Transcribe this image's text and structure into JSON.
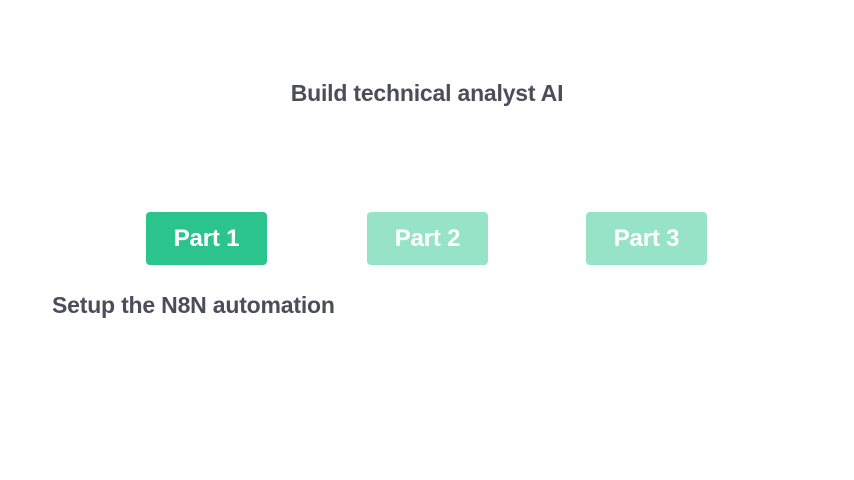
{
  "page": {
    "background_color": "#ffffff",
    "text_color": "#4d4d5a"
  },
  "title": {
    "text": "Build technical analyst AI"
  },
  "subtitle": {
    "text": "Setup the N8N automation"
  },
  "parts": {
    "active_color": "#2ac48c",
    "inactive_color": "#97e3c7",
    "label_color": "#ffffff",
    "items": [
      {
        "label": "Part 1",
        "state": "active"
      },
      {
        "label": "Part 2",
        "state": "inactive"
      },
      {
        "label": "Part 3",
        "state": "inactive"
      }
    ]
  }
}
